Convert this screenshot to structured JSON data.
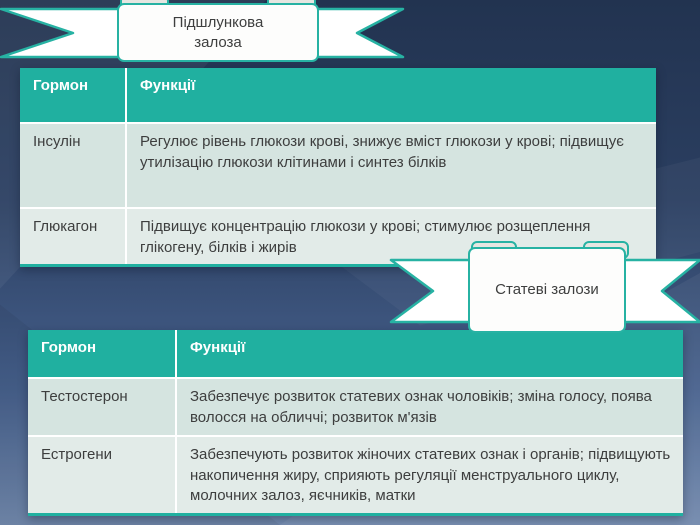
{
  "slide": {
    "banners": [
      {
        "name": "pancreas",
        "title_line1": "Підшлункова",
        "title_line2": "залоза"
      },
      {
        "name": "sex-glands",
        "title": "Статеві залози"
      }
    ],
    "tables": [
      {
        "headers": [
          "Гормон",
          "Функції"
        ],
        "rows": [
          {
            "hormone": "Інсулін",
            "function": "Регулює рівень глюкози крові, знижує вміст глюкози у крові; підвищує утилізацію глюкози клітинами і синтез білків"
          },
          {
            "hormone": "Глюкагон",
            "function": "Підвищує концентрацію глюкози у крові; стимулює розщеплення глікогену, білків і жирів"
          }
        ]
      },
      {
        "headers": [
          "Гормон",
          "Функції"
        ],
        "rows": [
          {
            "hormone": "Тестостерон",
            "function": "Забезпечує розвиток статевих ознак чоловіків; зміна голосу, поява волосся на обличчі; розвиток м'язів"
          },
          {
            "hormone": "Естрогени",
            "function": "Забезпечують розвиток жіночих статевих ознак і органів; підвищують накопичення жиру, сприяють регуляції менструального циклу, молочних залоз, яєчників, матки"
          }
        ]
      }
    ],
    "colors": {
      "accent_teal": "#20b0a0",
      "row_light": "#d5e4e0",
      "row_lighter": "#e2ebe8",
      "background_top": "#223350",
      "background_bottom": "#7289ad"
    }
  }
}
